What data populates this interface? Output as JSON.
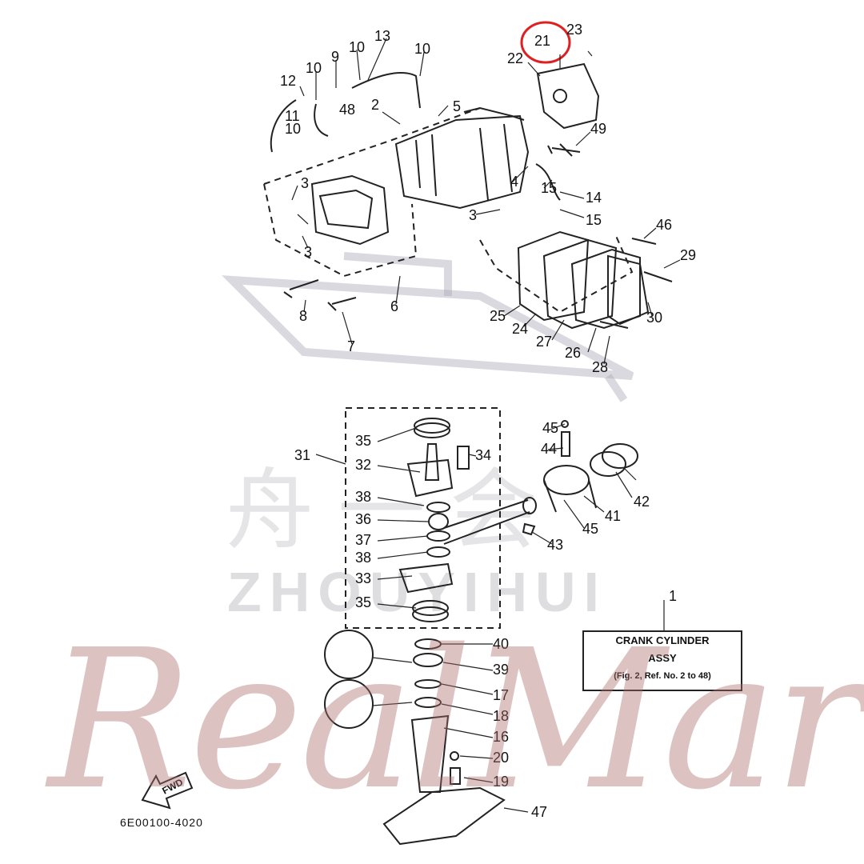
{
  "title_box": {
    "line1": "CRANK  CYLINDER",
    "line2": "ASSY",
    "line3": "(Fig. 2, Ref. No. 2 to 48)"
  },
  "diagram_code": "6E00100-4020",
  "fwd_label": "FWD",
  "highlight_color": "#e02020",
  "watermarks": {
    "chinese": "舟一会",
    "latin": "ZHOUYIHUI",
    "script": "RealMar"
  },
  "refs": {
    "r1": "1",
    "r2": "2",
    "r3a": "3",
    "r3b": "3",
    "r3c": "3",
    "r4": "4",
    "r5": "5",
    "r6": "6",
    "r7": "7",
    "r8": "8",
    "r9": "9",
    "r10a": "10",
    "r10b": "10",
    "r10c": "10",
    "r10d": "10",
    "r11": "11",
    "r12": "12",
    "r13": "13",
    "r14": "14",
    "r15a": "15",
    "r15b": "15",
    "r16": "16",
    "r17": "17",
    "r18": "18",
    "r19": "19",
    "r20": "20",
    "r21": "21",
    "r22": "22",
    "r23": "23",
    "r24": "24",
    "r25": "25",
    "r26": "26",
    "r27": "27",
    "r28": "28",
    "r29": "29",
    "r30": "30",
    "r31": "31",
    "r32": "32",
    "r33": "33",
    "r34": "34",
    "r35a": "35",
    "r35b": "35",
    "r36": "36",
    "r37": "37",
    "r38a": "38",
    "r38b": "38",
    "r39": "39",
    "r40": "40",
    "r41": "41",
    "r42": "42",
    "r43": "43",
    "r44": "44",
    "r45a": "45",
    "r45b": "45",
    "r46": "46",
    "r47": "47",
    "r48": "48",
    "r49": "49"
  }
}
